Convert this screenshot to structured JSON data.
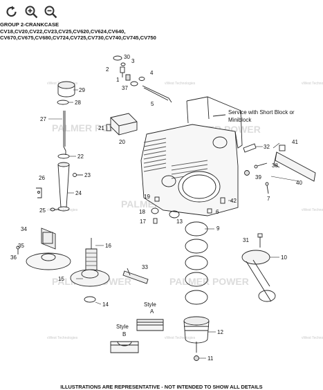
{
  "toolbar": {
    "reset_icon": "reset-icon",
    "zoom_in_icon": "zoom-in-icon",
    "zoom_out_icon": "zoom-out-icon"
  },
  "header": {
    "group_title": "GROUP 2-CRANKCASE",
    "models_line1": "CV18,CV20,CV22,CV23,CV25,CV620,CV624,CV640,",
    "models_line2": "CV670,CV675,CV680,CV724,CV725,CV730,CV740,CV745,CV750"
  },
  "diagram": {
    "callouts": [
      "30",
      "3",
      "2",
      "1",
      "37",
      "4",
      "5",
      "29",
      "28",
      "27",
      "21",
      "20",
      "22",
      "23",
      "26",
      "24",
      "25",
      "32",
      "41",
      "38",
      "39",
      "40",
      "7",
      "42",
      "19",
      "18",
      "17",
      "6",
      "13",
      "9",
      "34",
      "35",
      "36",
      "31",
      "16",
      "10",
      "33",
      "15",
      "14",
      "12",
      "11"
    ],
    "note": "Service with Short Block or Miniblock",
    "style_a_label_1": "Style",
    "style_a_label_2": "A",
    "style_b_label_1": "Style",
    "style_b_label_2": "B"
  },
  "watermarks": {
    "brand": "PALMER POWER",
    "small": "vWest Technologies"
  },
  "footer": {
    "disclaimer": "ILLUSTRATIONS ARE REPRESENTATIVE - NOT INTENDED TO SHOW ALL DETAILS"
  }
}
